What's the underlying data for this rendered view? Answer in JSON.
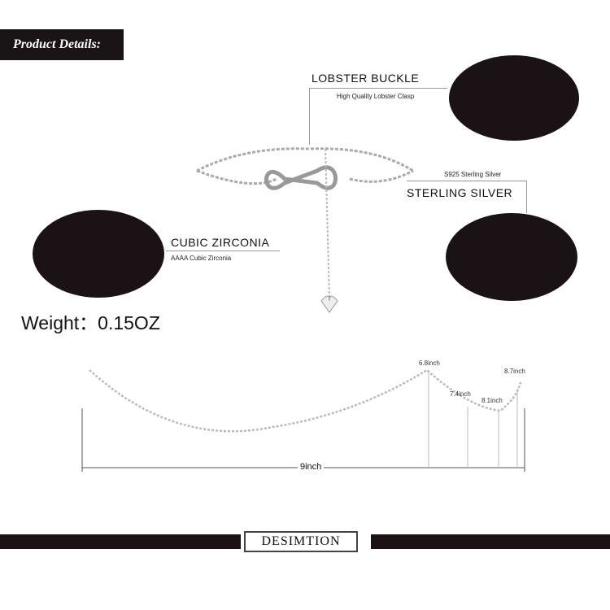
{
  "header": {
    "title": "Product Details:"
  },
  "callouts": {
    "lobster": {
      "title": "LOBSTER BUCKLE",
      "subtitle": "High Quality Lobster Clasp"
    },
    "silver": {
      "title": "STERLING SILVER",
      "subtitle": "S925 Sterling Silver"
    },
    "zirconia": {
      "title": "CUBIC ZIRCONIA",
      "subtitle": "AAAA Cubic Zirconia"
    }
  },
  "weight": "Weight：0.15OZ",
  "measurements": {
    "total": "9inch",
    "points": [
      "6.8inch",
      "7.4inch",
      "8.1inch",
      "8.7inch"
    ]
  },
  "brand": "DESIMTION",
  "colors": {
    "dark": "#1b1416"
  }
}
